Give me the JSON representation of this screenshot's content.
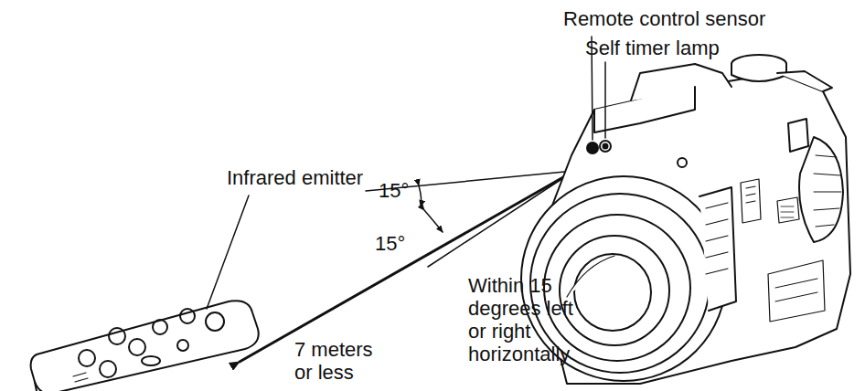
{
  "diagram": {
    "labels": [
      "Remote control sensor",
      "Self timer lamp",
      "Infrared emitter",
      "15°",
      "15°",
      "7 meters or less",
      "Within 15 degrees left or right horizontally"
    ]
  }
}
